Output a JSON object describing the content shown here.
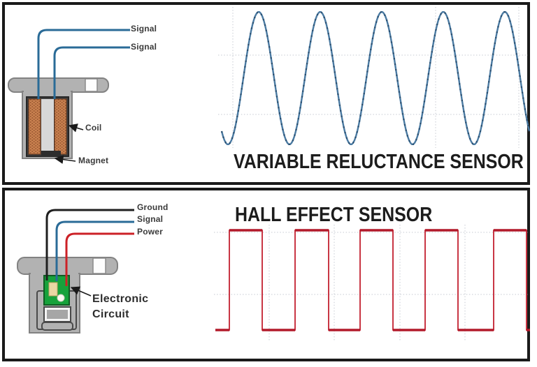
{
  "panels": {
    "top": {
      "title": "VARIABLE RELUCTANCE SENSOR",
      "labels": {
        "signal1": "Signal",
        "signal2": "Signal",
        "coil": "Coil",
        "magnet": "Magnet"
      }
    },
    "bottom": {
      "title": "HALL EFFECT SENSOR",
      "labels": {
        "ground": "Ground",
        "signal": "Signal",
        "power": "Power",
        "circuit_line1": "Electronic",
        "circuit_line2": "Circuit"
      }
    }
  },
  "colors": {
    "frame": "#1a1a1a",
    "sensor_body": "#b2b2b2",
    "sensor_outline": "#828282",
    "coil_copper": "#c8804f",
    "coil_dots": "#8f4e2a",
    "magnet_core": "#d8d8d8",
    "circuit_board_green": "#17a23b",
    "wire_blue": "#2a6b97",
    "wire_black": "#1f1f1f",
    "wire_red": "#cc2127"
  },
  "chart_data": [
    {
      "type": "line",
      "waveform": "sine",
      "title": "VARIABLE RELUCTANCE SENSOR",
      "description": "Continuous analog AC sine-wave output, 5 cycles shown, no axis labels",
      "cycles_visible": 5,
      "series": [
        {
          "name": "VR sensor signal",
          "color": "#4a7aa2",
          "overlay_dash_color": "#2a4e6e"
        }
      ],
      "px": {
        "x_start": 317,
        "x_end": 757,
        "peak_x": 370,
        "period": 88,
        "midline_y": 112,
        "amplitude": 95
      },
      "grid": {
        "style": "dotted",
        "color": "#c6cad2",
        "vlines_x": [
          333,
          623,
          742
        ],
        "v_extent": [
          10,
          212
        ],
        "hlines_y": [
          79,
          164
        ],
        "h_extent": [
          312,
          755
        ]
      }
    },
    {
      "type": "line",
      "waveform": "square",
      "title": "HALL EFFECT SENSOR",
      "description": "Digital on/off square-wave output, 5 full high pulses shown, no axis labels",
      "pulses_visible": 5,
      "series": [
        {
          "name": "Hall sensor signal",
          "color": "#c32030",
          "color_horizontal": "#b2192a"
        }
      ],
      "px": {
        "x_start": 308,
        "x_end": 758,
        "high_y": 330,
        "low_y": 473,
        "high_segments": [
          [
            328,
            375
          ],
          [
            422,
            470
          ],
          [
            515,
            562
          ],
          [
            608,
            655
          ],
          [
            706,
            753
          ]
        ]
      },
      "grid": {
        "style": "dotted",
        "color": "#c6cad2",
        "vlines_x": [
          385,
          478,
          572,
          665
        ],
        "v_extent": [
          322,
          490
        ],
        "hlines_y": [
          333,
          422
        ],
        "h_extent": [
          306,
          756
        ]
      }
    }
  ]
}
